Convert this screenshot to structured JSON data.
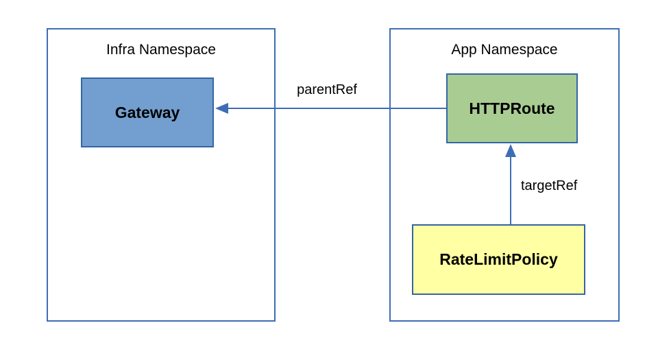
{
  "diagram": {
    "containers": [
      {
        "id": "infra-namespace",
        "label": "Infra Namespace"
      },
      {
        "id": "app-namespace",
        "label": "App Namespace"
      }
    ],
    "nodes": [
      {
        "id": "gateway",
        "label": "Gateway",
        "fill": "#729FCF",
        "container": "infra-namespace"
      },
      {
        "id": "httproute",
        "label": "HTTPRoute",
        "fill": "#A9CC93",
        "container": "app-namespace"
      },
      {
        "id": "ratelimitpolicy",
        "label": "RateLimitPolicy",
        "fill": "#FFFFA3",
        "container": "app-namespace"
      }
    ],
    "edges": [
      {
        "id": "parentref",
        "label": "parentRef",
        "from": "httproute",
        "to": "gateway"
      },
      {
        "id": "targetref",
        "label": "targetRef",
        "from": "ratelimitpolicy",
        "to": "httproute"
      }
    ],
    "colors": {
      "container_border": "#3E6DB5",
      "node_border": "#3465A4",
      "arrow": "#3E6DB5",
      "background": "#FFFFFF",
      "text": "#000000"
    }
  }
}
